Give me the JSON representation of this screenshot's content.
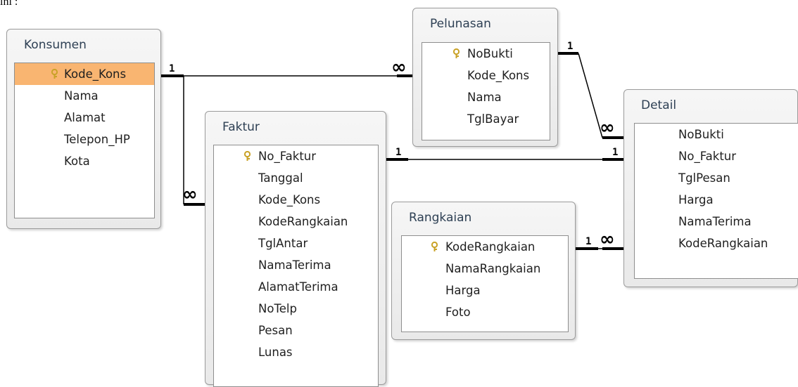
{
  "page_note": "ini :",
  "tables": {
    "konsumen": {
      "title": "Konsumen",
      "fields": [
        "Kode_Kons",
        "Nama",
        "Alamat",
        "Telepon_HP",
        "Kota"
      ]
    },
    "pelunasan": {
      "title": "Pelunasan",
      "fields": [
        "NoBukti",
        "Kode_Kons",
        "Nama",
        "TglBayar"
      ]
    },
    "faktur": {
      "title": "Faktur",
      "fields": [
        "No_Faktur",
        "Tanggal",
        "Kode_Kons",
        "KodeRangkaian",
        "TglAntar",
        "NamaTerima",
        "AlamatTerima",
        "NoTelp",
        "Pesan",
        "Lunas"
      ]
    },
    "rangkaian": {
      "title": "Rangkaian",
      "fields": [
        "KodeRangkaian",
        "NamaRangkaian",
        "Harga",
        "Foto"
      ]
    },
    "detail": {
      "title": "Detail",
      "fields": [
        "NoBukti",
        "No_Faktur",
        "TglPesan",
        "Harga",
        "NamaTerima",
        "KodeRangkaian"
      ]
    }
  },
  "relationships": [
    {
      "from_table": "Konsumen",
      "to_table": "Pelunasan",
      "one_label": "1",
      "many_label": "∞"
    },
    {
      "from_table": "Konsumen",
      "to_table": "Faktur",
      "one_label": "1",
      "many_label": "∞"
    },
    {
      "from_table": "Pelunasan",
      "to_table": "Detail",
      "one_label": "1",
      "many_label": "∞"
    },
    {
      "from_table": "Faktur",
      "to_table": "Detail",
      "one_label": "1",
      "many_label": "1"
    },
    {
      "from_table": "Rangkaian",
      "to_table": "Detail",
      "one_label": "1",
      "many_label": "∞"
    }
  ],
  "colors": {
    "selected_row": "#f9b571",
    "title_text": "#2e4054",
    "key_icon": "#c9a227"
  },
  "icons": {
    "primary_key": "key-icon"
  }
}
